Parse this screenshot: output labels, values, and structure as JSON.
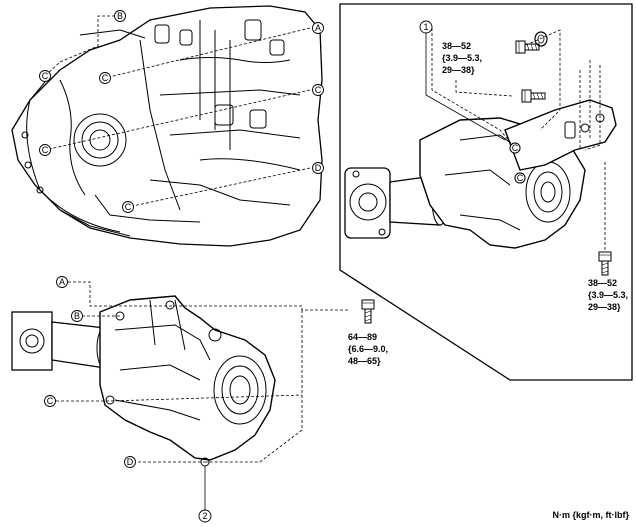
{
  "reference_letters": [
    "A",
    "B",
    "C",
    "D"
  ],
  "part_numbers": [
    "1",
    "2"
  ],
  "torque_specs": {
    "upper_bolt": [
      "38—52",
      "{3.9—5.3,",
      "29—38}"
    ],
    "right_bolt": [
      "38—52",
      "{3.9—5.3,",
      "29—38}"
    ],
    "mount_bolt": [
      "64—89",
      "{6.6—9.0,",
      "48—65}"
    ]
  },
  "units_note": "N·m {kgf·m, ft·lbf}"
}
